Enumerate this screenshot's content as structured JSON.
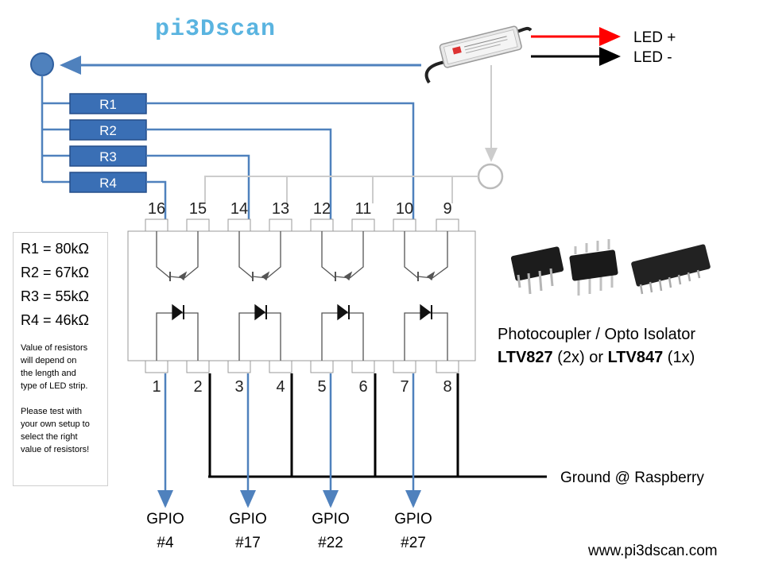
{
  "logo": {
    "text": "pi3Dscan"
  },
  "led": {
    "plus": "LED +",
    "minus": "LED -",
    "plus_color": "#ff0000",
    "minus_color": "#000000"
  },
  "resistors": [
    "R1",
    "R2",
    "R3",
    "R4"
  ],
  "resistor_values": [
    "R1 = 80kΩ",
    "R2 = 67kΩ",
    "R3 = 55kΩ",
    "R4 = 46kΩ"
  ],
  "resistor_note": [
    "Value of resistors",
    "will depend on",
    "the length and",
    "type of LED strip.",
    "",
    "Please test with",
    "your own setup to",
    "select the right",
    "value of resistors!"
  ],
  "pins_top": [
    "16",
    "15",
    "14",
    "13",
    "12",
    "11",
    "10",
    "9"
  ],
  "pins_bottom": [
    "1",
    "2",
    "3",
    "4",
    "5",
    "6",
    "7",
    "8"
  ],
  "photocoupler": {
    "title": "Photocoupler / Opto Isolator",
    "part1": "LTV827",
    "qty1": " (2x) or ",
    "part2": "LTV847",
    "qty2": " (1x)"
  },
  "ground": "Ground @ Raspberry",
  "gpio": [
    {
      "label": "GPIO",
      "pin": "#4"
    },
    {
      "label": "GPIO",
      "pin": "#17"
    },
    {
      "label": "GPIO",
      "pin": "#22"
    },
    {
      "label": "GPIO",
      "pin": "#27"
    }
  ],
  "website": "www.pi3dscan.com",
  "colors": {
    "wire_blue": "#4f81bd",
    "resistor_fill": "#3a6fb5",
    "gray_wire": "#cccccc",
    "ground": "#000000"
  }
}
